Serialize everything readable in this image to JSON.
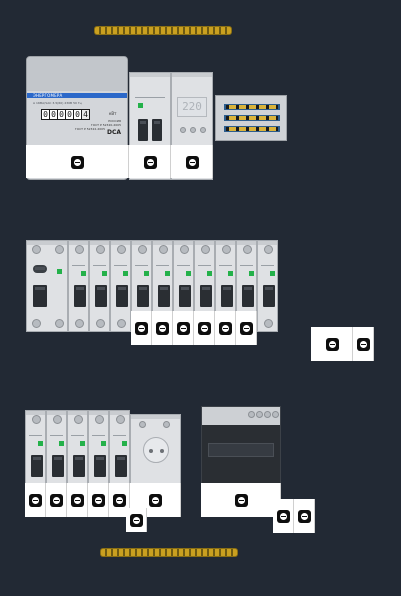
{
  "meter": {
    "brand": "ЭНЕРГОМЕРА",
    "spec": "А 1КВА/ЧАС 3-5(60) 230В 50 Гц",
    "counter": [
      "0",
      "0",
      "0",
      "0",
      "0",
      "4"
    ],
    "unit": "кВт",
    "reg1": "РОССИЯ",
    "reg2": "ГОСТ Р 52320-2005",
    "reg3": "ГОСТ Р 52322-2005",
    "model": "DCA"
  },
  "voltage_display": "220",
  "colors": {
    "background": "#222934",
    "din_rail": "#caa020",
    "indicator_green": "#24b14a",
    "meter_band": "#2b68c9",
    "busbar_blue": "#2d5e8d"
  },
  "icons": {
    "terminal": "terminal-screw-icon"
  }
}
